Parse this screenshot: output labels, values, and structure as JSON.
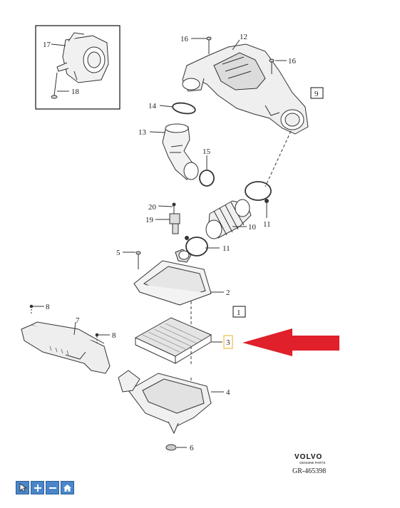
{
  "callouts": {
    "c17": "17",
    "c18": "18",
    "c16a": "16",
    "c12": "12",
    "c16b": "16",
    "c9": "9",
    "c14": "14",
    "c13": "13",
    "c15": "15",
    "c20": "20",
    "c19": "19",
    "c10": "10",
    "c11a": "11",
    "c11b": "11",
    "c5": "5",
    "c2": "2",
    "c1": "1",
    "c8a": "8",
    "c7": "7",
    "c8b": "8",
    "c3": "3",
    "c4": "4",
    "c6": "6"
  },
  "brand": {
    "name": "VOLVO",
    "tagline": "GENUINE PARTS",
    "code": "GR-465398"
  },
  "colors": {
    "arrow": "#e0202a",
    "highlight": "#e8b020",
    "toolbar": "#4a86c9"
  },
  "toolbar": {
    "icons": [
      "pointer-icon",
      "zoom-in-icon",
      "zoom-out-icon",
      "home-icon"
    ]
  }
}
